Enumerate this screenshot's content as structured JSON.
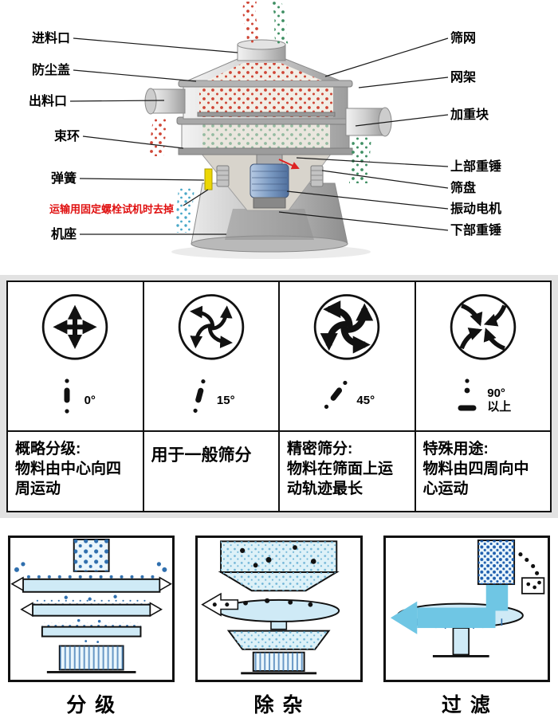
{
  "colors": {
    "note_red": "#e01010",
    "motor_blue": "#7d9cc4",
    "particle_red": "#cf4535",
    "particle_green": "#3f8f63",
    "particle_cyan": "#49a8c8",
    "flow_cyan": "#6fc6e4",
    "panel_blue": "#cfeaf6"
  },
  "machine_diagram": {
    "labels_left": [
      {
        "name": "feed-inlet",
        "text": "进料口"
      },
      {
        "name": "dust-cover",
        "text": "防尘盖"
      },
      {
        "name": "discharge-outlet",
        "text": "出料口"
      },
      {
        "name": "clamp-ring",
        "text": "束环"
      },
      {
        "name": "spring",
        "text": "弹簧"
      },
      {
        "name": "transport-bolt-note",
        "text": "运输用固定螺栓试机时去掉"
      },
      {
        "name": "machine-base",
        "text": "机座"
      }
    ],
    "labels_right": [
      {
        "name": "screen-mesh",
        "text": "筛网"
      },
      {
        "name": "mesh-frame",
        "text": "网架"
      },
      {
        "name": "weight-block",
        "text": "加重块"
      },
      {
        "name": "upper-weight",
        "text": "上部重锤"
      },
      {
        "name": "sieve-plate",
        "text": "筛盘"
      },
      {
        "name": "vibration-motor",
        "text": "振动电机"
      },
      {
        "name": "lower-weight",
        "text": "下部重锤"
      }
    ]
  },
  "motion_table": {
    "columns": [
      {
        "icon": "cross-arrows",
        "angle": "0°",
        "heading": "概略分级:",
        "description": "物料由中心向四周运动"
      },
      {
        "icon": "pinwheel-curved",
        "angle": "15°",
        "heading": "",
        "description": "用于一般筛分"
      },
      {
        "icon": "pinwheel-bold",
        "angle": "45°",
        "heading": "精密筛分:",
        "description": "物料在筛面上运动轨迹最长"
      },
      {
        "icon": "converging-curves",
        "angle": "90°",
        "angle_suffix": "以上",
        "heading": "特殊用途:",
        "description": "物料由四周向中心运动"
      }
    ]
  },
  "applications": [
    {
      "name": "grading",
      "label": "分 级"
    },
    {
      "name": "impurity-removal",
      "label": "除 杂"
    },
    {
      "name": "filtration",
      "label": "过 滤"
    }
  ]
}
